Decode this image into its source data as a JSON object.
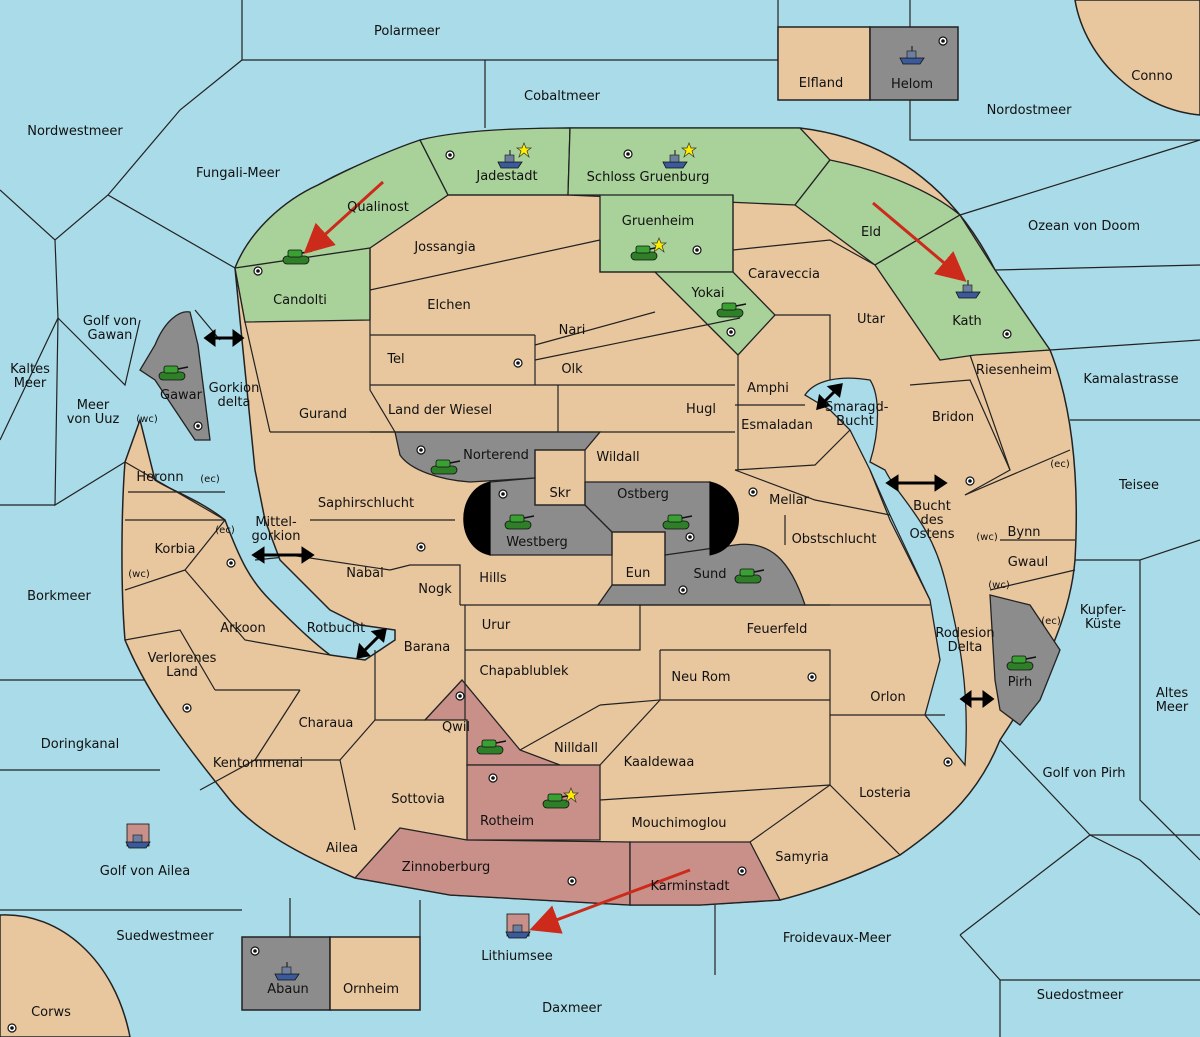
{
  "colors": {
    "sea": "#a9dbe8",
    "land": "#e8c69e",
    "green": "#a9d19a",
    "grey": "#8c8c8c",
    "red": "#c9908a",
    "border": "#111111",
    "arrow": "#cc2a1a",
    "star": "#ffee00",
    "tank": "#3aa033",
    "ship": "#3a5a9a"
  },
  "seas": [
    {
      "name": "Polarmeer"
    },
    {
      "name": "Cobaltmeer"
    },
    {
      "name": "Nordwestmeer"
    },
    {
      "name": "Fungali-Meer"
    },
    {
      "name": "Nordostmeer"
    },
    {
      "name": "Ozean von Doom"
    },
    {
      "name": "Golf von Gawan"
    },
    {
      "name": "Kaltes Meer"
    },
    {
      "name": "Meer von Uuz"
    },
    {
      "name": "Gorkion delta"
    },
    {
      "name": "Kamalastrasse"
    },
    {
      "name": "Smaragd-Bucht"
    },
    {
      "name": "Teisee"
    },
    {
      "name": "Mittel-gorkion"
    },
    {
      "name": "Bucht des Ostens"
    },
    {
      "name": "Borkmeer"
    },
    {
      "name": "Kupfer-Küste"
    },
    {
      "name": "Rotbucht"
    },
    {
      "name": "Rodesion Delta"
    },
    {
      "name": "Altes Meer"
    },
    {
      "name": "Doringkanal"
    },
    {
      "name": "Golf von Pirh"
    },
    {
      "name": "Golf von Ailea"
    },
    {
      "name": "Lithiumsee"
    },
    {
      "name": "Suedwestmeer"
    },
    {
      "name": "Froidevaux-Meer"
    },
    {
      "name": "Daxmeer"
    },
    {
      "name": "Suedostmeer"
    }
  ],
  "provinces": [
    {
      "name": "Elfland",
      "owner": "land"
    },
    {
      "name": "Helom",
      "owner": "grey"
    },
    {
      "name": "Conno",
      "owner": "land"
    },
    {
      "name": "Jadestadt",
      "owner": "green"
    },
    {
      "name": "Schloss Gruenburg",
      "owner": "green"
    },
    {
      "name": "Qualinost",
      "owner": "green"
    },
    {
      "name": "Candolti",
      "owner": "green"
    },
    {
      "name": "Gruenheim",
      "owner": "green"
    },
    {
      "name": "Eld",
      "owner": "green"
    },
    {
      "name": "Kath",
      "owner": "green"
    },
    {
      "name": "Yokai",
      "owner": "green"
    },
    {
      "name": "Jossangia",
      "owner": "land"
    },
    {
      "name": "Caraveccia",
      "owner": "land"
    },
    {
      "name": "Elchen",
      "owner": "land"
    },
    {
      "name": "Nari",
      "owner": "land"
    },
    {
      "name": "Utar",
      "owner": "land"
    },
    {
      "name": "Tel",
      "owner": "land"
    },
    {
      "name": "Olk",
      "owner": "land"
    },
    {
      "name": "Amphi",
      "owner": "land"
    },
    {
      "name": "Riesenheim",
      "owner": "land"
    },
    {
      "name": "Gawar",
      "owner": "grey"
    },
    {
      "name": "Gurand",
      "owner": "land"
    },
    {
      "name": "Land der Wiesel",
      "owner": "land"
    },
    {
      "name": "Hugl",
      "owner": "land"
    },
    {
      "name": "Bridon",
      "owner": "land"
    },
    {
      "name": "Esmaladan",
      "owner": "land"
    },
    {
      "name": "Norterend",
      "owner": "grey"
    },
    {
      "name": "Wildall",
      "owner": "land"
    },
    {
      "name": "Heronn",
      "owner": "land"
    },
    {
      "name": "Skr",
      "owner": "land"
    },
    {
      "name": "Ostberg",
      "owner": "grey"
    },
    {
      "name": "Mellar",
      "owner": "land"
    },
    {
      "name": "Saphirschlucht",
      "owner": "land"
    },
    {
      "name": "Westberg",
      "owner": "grey"
    },
    {
      "name": "Bynn",
      "owner": "land"
    },
    {
      "name": "Korbia",
      "owner": "land"
    },
    {
      "name": "Obstschlucht",
      "owner": "land"
    },
    {
      "name": "Gwaul",
      "owner": "land"
    },
    {
      "name": "Nabai",
      "owner": "land"
    },
    {
      "name": "Hills",
      "owner": "land"
    },
    {
      "name": "Eun",
      "owner": "land"
    },
    {
      "name": "Sund",
      "owner": "grey"
    },
    {
      "name": "Nogk",
      "owner": "land"
    },
    {
      "name": "Arkoon",
      "owner": "land"
    },
    {
      "name": "Urur",
      "owner": "land"
    },
    {
      "name": "Feuerfeld",
      "owner": "land"
    },
    {
      "name": "Barana",
      "owner": "land"
    },
    {
      "name": "Verlorenes Land",
      "owner": "land"
    },
    {
      "name": "Chapablublek",
      "owner": "land"
    },
    {
      "name": "Neu Rom",
      "owner": "land"
    },
    {
      "name": "Pirh",
      "owner": "grey"
    },
    {
      "name": "Orlon",
      "owner": "land"
    },
    {
      "name": "Charaua",
      "owner": "land"
    },
    {
      "name": "Qwil",
      "owner": "red"
    },
    {
      "name": "Nilldall",
      "owner": "land"
    },
    {
      "name": "Kentommenai",
      "owner": "land"
    },
    {
      "name": "Kaaldewaa",
      "owner": "land"
    },
    {
      "name": "Sottovia",
      "owner": "land"
    },
    {
      "name": "Losteria",
      "owner": "land"
    },
    {
      "name": "Rotheim",
      "owner": "red"
    },
    {
      "name": "Mouchimoglou",
      "owner": "land"
    },
    {
      "name": "Ailea",
      "owner": "land"
    },
    {
      "name": "Samyria",
      "owner": "land"
    },
    {
      "name": "Zinnoberburg",
      "owner": "red"
    },
    {
      "name": "Karminstadt",
      "owner": "red"
    },
    {
      "name": "Abaun",
      "owner": "grey"
    },
    {
      "name": "Ornheim",
      "owner": "land"
    },
    {
      "name": "Corws",
      "owner": "land"
    }
  ],
  "coast_marks": {
    "wc": "(wc)",
    "ec": "(ec)"
  },
  "units": [
    {
      "type": "fleet",
      "power": "grey",
      "at": "Helom"
    },
    {
      "type": "fleet",
      "power": "grey",
      "at": "Jadestadt",
      "support": true
    },
    {
      "type": "fleet",
      "power": "grey",
      "at": "Schloss Gruenburg",
      "support": true
    },
    {
      "type": "army",
      "power": "green",
      "at": "Candolti"
    },
    {
      "type": "army",
      "power": "green",
      "at": "Gruenheim",
      "support": true
    },
    {
      "type": "army",
      "power": "green",
      "at": "Yokai"
    },
    {
      "type": "fleet",
      "power": "grey",
      "at": "Kath"
    },
    {
      "type": "army",
      "power": "green",
      "at": "Gawar"
    },
    {
      "type": "army",
      "power": "green",
      "at": "Norterend"
    },
    {
      "type": "army",
      "power": "green",
      "at": "Westberg"
    },
    {
      "type": "army",
      "power": "green",
      "at": "Ostberg"
    },
    {
      "type": "army",
      "power": "green",
      "at": "Sund"
    },
    {
      "type": "army",
      "power": "green",
      "at": "Pirh"
    },
    {
      "type": "army",
      "power": "green",
      "at": "Qwil"
    },
    {
      "type": "army",
      "power": "green",
      "at": "Rotheim",
      "support": true
    },
    {
      "type": "fleet",
      "power": "red",
      "at": "Golf von Ailea"
    },
    {
      "type": "fleet",
      "power": "red",
      "at": "Lithiumsee"
    },
    {
      "type": "fleet",
      "power": "grey",
      "at": "Abaun"
    }
  ],
  "orders": [
    {
      "from": "Qualinost",
      "to": "Candolti"
    },
    {
      "from": "Eld",
      "to": "Kath"
    },
    {
      "from": "Karminstadt",
      "to": "Lithiumsee"
    }
  ]
}
